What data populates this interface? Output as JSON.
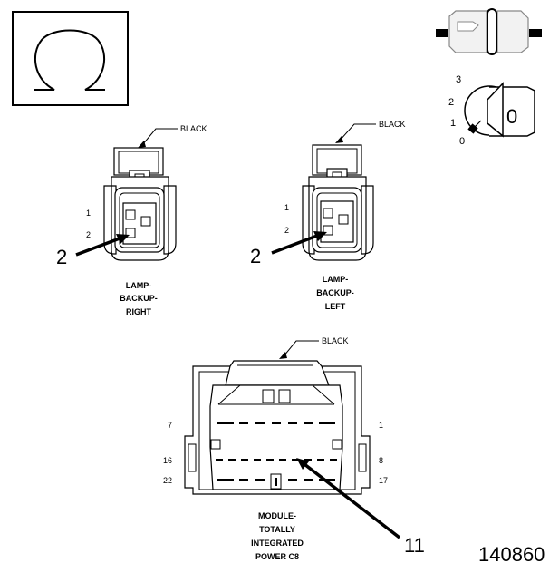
{
  "icons": {
    "ohm_symbol": "ohm-icon",
    "ignition_off": "ignition-off-icon",
    "ignition_key": "ignition-key-icon"
  },
  "ignition": {
    "positions": [
      "3",
      "2",
      "1",
      "0"
    ],
    "key_label": "0"
  },
  "connectors": {
    "right": {
      "color": "BLACK",
      "pins": [
        "1",
        "2"
      ],
      "callout": "2",
      "name_lines": [
        "LAMP-",
        "BACKUP-",
        "RIGHT"
      ]
    },
    "left": {
      "color": "BLACK",
      "pins": [
        "1",
        "2"
      ],
      "callout": "2",
      "name_lines": [
        "LAMP-",
        "BACKUP-",
        "LEFT"
      ]
    },
    "module": {
      "color": "BLACK",
      "row_labels_left": [
        "7",
        "16",
        "22"
      ],
      "row_labels_right": [
        "1",
        "8",
        "17"
      ],
      "callout": "11",
      "name_lines": [
        "MODULE-",
        "TOTALLY",
        "INTEGRATED",
        "POWER C8"
      ]
    }
  },
  "figure_number": "140860"
}
